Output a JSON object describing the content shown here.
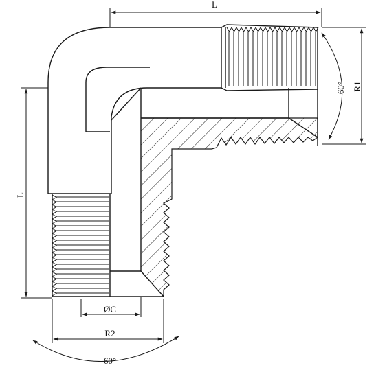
{
  "drawing": {
    "type": "90-degree elbow fitting, male thread to male thread",
    "line_color": "#1a1a1a",
    "hatch_color": "#1a1a1a",
    "background": "#ffffff"
  },
  "dimensions": {
    "top_length": "L",
    "side_length": "L",
    "right_thread": "R1",
    "bottom_thread": "R2",
    "bore": "ØC",
    "right_angle": "60°",
    "bottom_angle": "60°"
  }
}
